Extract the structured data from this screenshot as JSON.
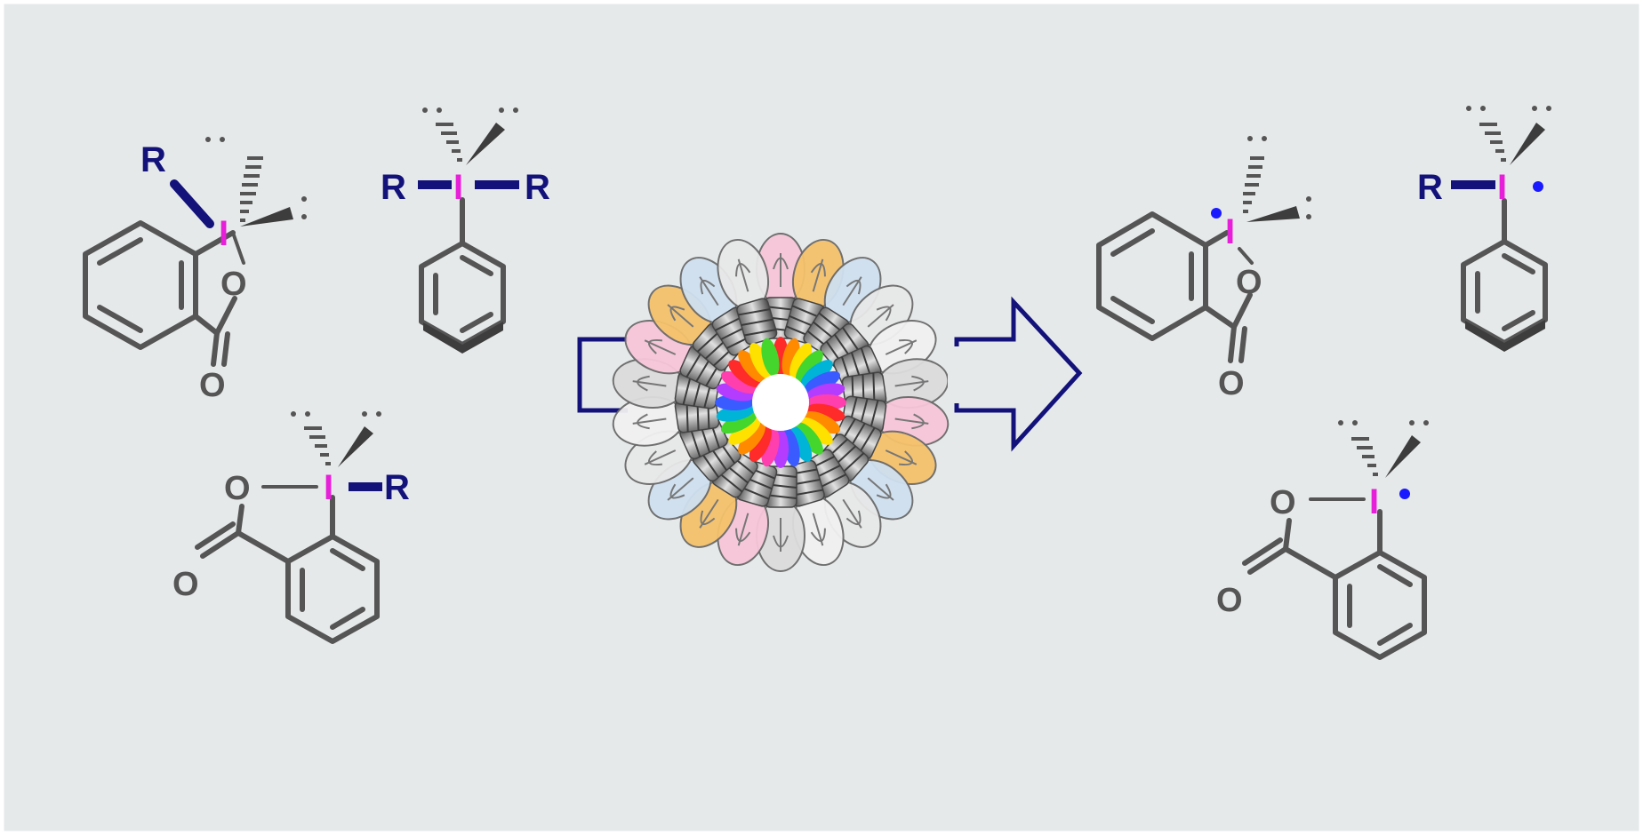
{
  "colors": {
    "background": "#e6e9ea",
    "bond": "#555555",
    "bond_dark": "#3d3d3d",
    "r_group": "#12127a",
    "iodine": "#e81fd9",
    "radical_dot": "#1a1aff",
    "arrow": "#12127a"
  },
  "labels": {
    "iodine": "I",
    "r_group": "R",
    "oxygen": "O"
  },
  "reactants": [
    {
      "id": "benziodoxolone-R"
    },
    {
      "id": "diaryl-iodane-R2"
    },
    {
      "id": "benziodoxolone-R-flipped"
    }
  ],
  "photocatalyst": {
    "icon": "light-bulb-wreath-icon",
    "spectrum": [
      "#ff2a2a",
      "#ff8a00",
      "#ffe100",
      "#44d62c",
      "#00b4d8",
      "#3a5bff",
      "#b43cff",
      "#ff3fae"
    ]
  },
  "products": [
    {
      "id": "benziodoxolone-radical"
    },
    {
      "id": "iodanyl-radical-R"
    },
    {
      "id": "benziodoxolone-radical-flipped"
    }
  ]
}
